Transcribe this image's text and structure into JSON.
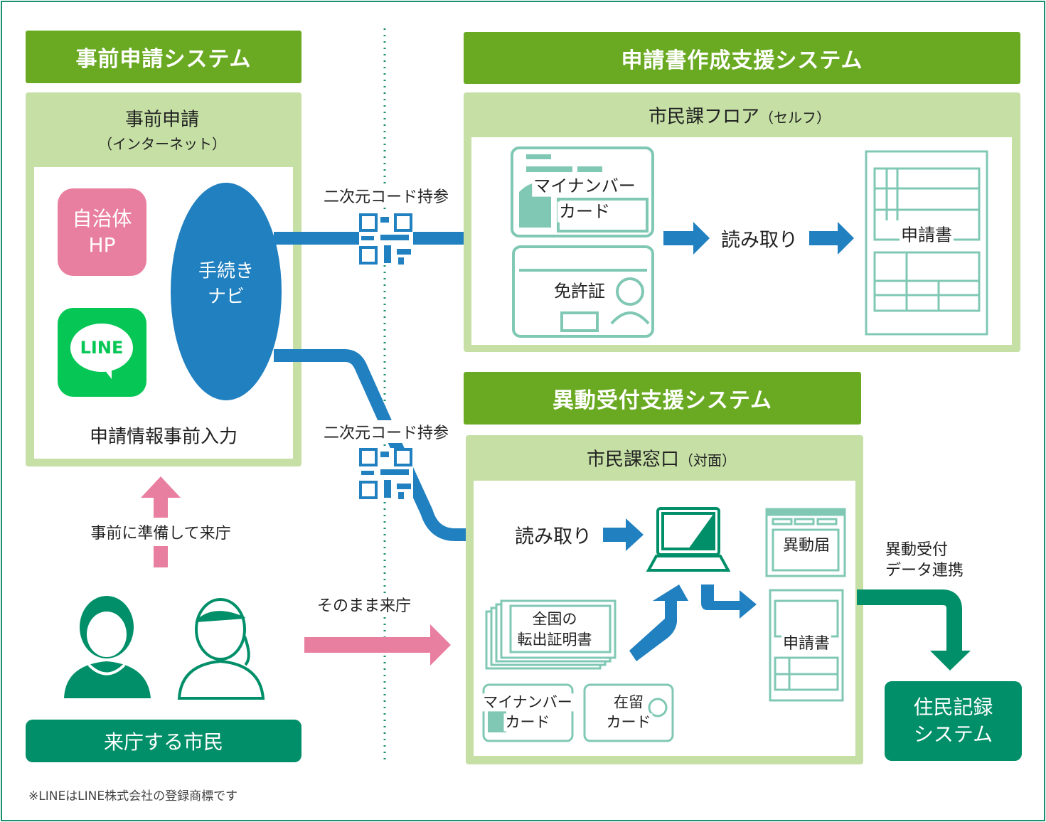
{
  "left": {
    "header": "事前申請システム",
    "panel_title": "事前申請",
    "panel_subtitle": "（インターネット）",
    "municipal_hp": [
      "自治体",
      "HP"
    ],
    "line_logo": "LINE",
    "procedure_navi": [
      "手続き",
      "ナビ"
    ],
    "panel_caption": "申請情報事前入力",
    "prepare_label": "事前に準備して来庁",
    "citizens_label": "来庁する市民",
    "footnote": "※LINEはLINE株式会社の登録商標です"
  },
  "middle": {
    "qr_label_1": "二次元コード持参",
    "qr_label_2": "二次元コード持参",
    "direct_label": "そのまま来庁"
  },
  "top_right": {
    "header": "申請書作成支援システム",
    "panel_title": "市民課フロア",
    "panel_title_note": "（セルフ）",
    "mynumber_card": [
      "マイナンバー",
      "カード"
    ],
    "license": "免許証",
    "read": "読み取り",
    "application": "申請書"
  },
  "bottom_right": {
    "header": "異動受付支援システム",
    "panel_title": "市民課窓口",
    "panel_title_note": "（対面）",
    "read": "読み取り",
    "transfer_cert": [
      "全国の",
      "転出証明書"
    ],
    "mynumber_card": [
      "マイナンバー",
      "カード"
    ],
    "residence_card": [
      "在留",
      "カード"
    ],
    "move_notice": "異動届",
    "application": "申請書",
    "data_link": [
      "異動受付",
      "データ連携"
    ],
    "resident_system": [
      "住民記録",
      "システム"
    ]
  },
  "colors": {
    "header_green": "#6aaa22",
    "panel_green": "#c5dfa5",
    "arrow_blue": "#2080c0",
    "pink": "#e97fa0",
    "teal": "#008f68",
    "line_green": "#06c755",
    "card_teal": "#80c8b4"
  }
}
